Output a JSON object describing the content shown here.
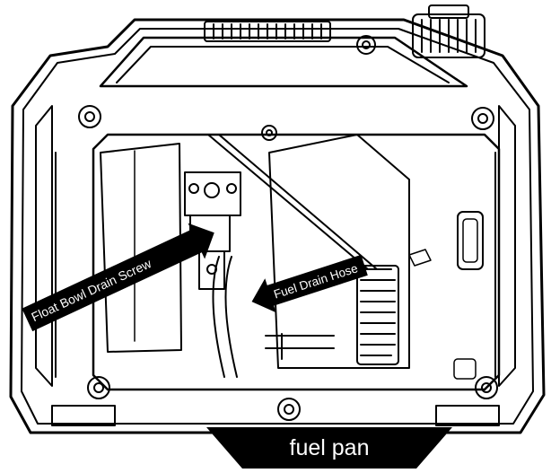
{
  "labels": {
    "float_bowl_drain_screw": "Float Bowl Drain Screw",
    "fuel_drain_hose": "Fuel Drain Hose",
    "fuel_pan": "fuel pan"
  },
  "colors": {
    "line": "#000000",
    "background": "#ffffff",
    "label_text": "#ffffff",
    "arrow_fill": "#000000"
  }
}
